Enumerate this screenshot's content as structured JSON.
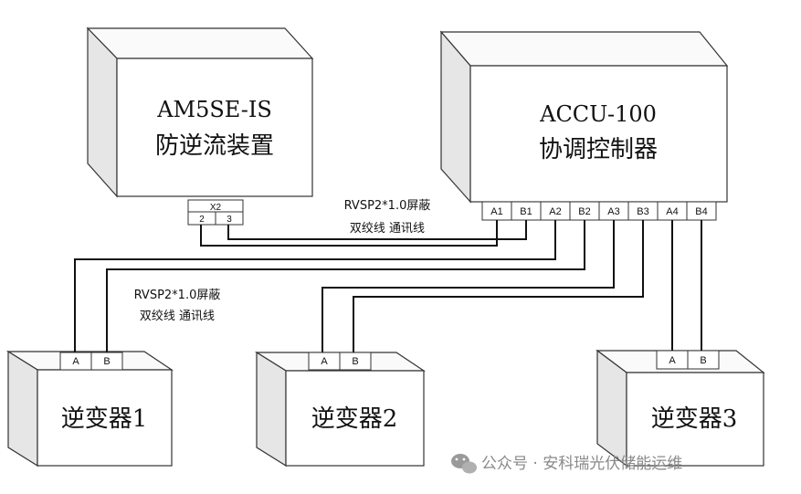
{
  "devices": {
    "meter": {
      "line1": "AM5SE-IS",
      "line2": "防逆流装置",
      "port_header": "X2",
      "ports": [
        "2",
        "3"
      ]
    },
    "controller": {
      "line1": "ACCU-100",
      "line2": "协调控制器",
      "ports": [
        "A1",
        "B1",
        "A2",
        "B2",
        "A3",
        "B3",
        "A4",
        "B4"
      ]
    },
    "inverter1": {
      "label": "逆变器1",
      "ports": [
        "A",
        "B"
      ]
    },
    "inverter2": {
      "label": "逆变器2",
      "ports": [
        "A",
        "B"
      ]
    },
    "inverter3": {
      "label": "逆变器3",
      "ports": [
        "A",
        "B"
      ]
    }
  },
  "cable_notes": {
    "top": {
      "line1": "RVSP2*1.0屏蔽",
      "line2": "双绞线 通讯线"
    },
    "left": {
      "line1": "RVSP2*1.0屏蔽",
      "line2": "双绞线 通讯线"
    }
  },
  "watermark": {
    "text": "公众号 · 安科瑞光伏储能运维",
    "icon": "wechat-icon"
  }
}
